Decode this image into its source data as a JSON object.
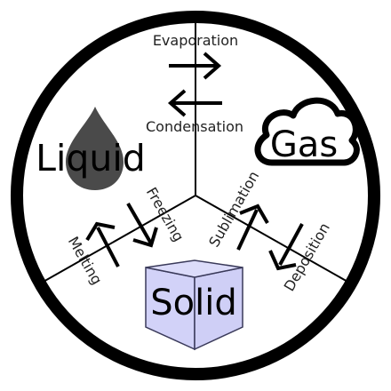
{
  "states": {
    "liquid": "Liquid",
    "gas": "Gas",
    "solid": "Solid"
  },
  "transitions": {
    "evaporation": "Evaporation",
    "condensation": "Condensation",
    "freezing": "Freezing",
    "melting": "Melting",
    "sublimation": "Sublimation",
    "deposition": "Deposition"
  },
  "colors": {
    "outline": "#000000",
    "drop": "#4a4a4a",
    "cube_fill": "#d2d2f8",
    "cube_top": "#dcdcfa",
    "cube_stroke": "#3a3a5a"
  },
  "icons": {
    "liquid": "water-drop-icon",
    "gas": "cloud-icon",
    "solid": "cube-icon"
  }
}
